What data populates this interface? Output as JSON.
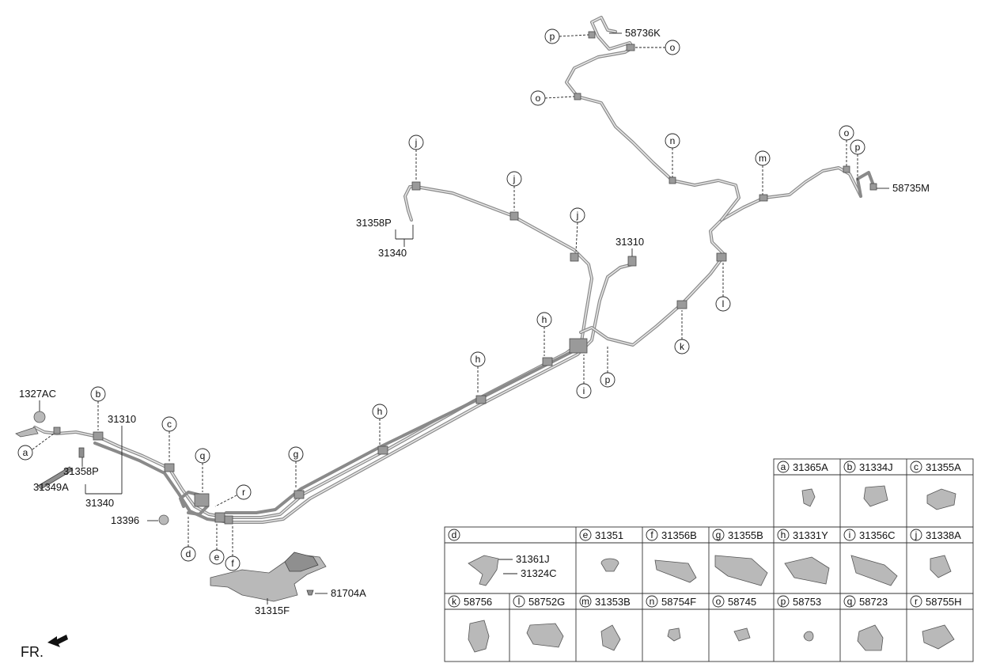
{
  "parts": {
    "p31310_top": "31310",
    "p31310_left": "31310",
    "p31358P_top": "31358P",
    "p31358P_left": "31358P",
    "p31340_top": "31340",
    "p31340_left": "31340",
    "p1327AC": "1327AC",
    "p31349A": "31349A",
    "p13396": "13396",
    "p31315F": "31315F",
    "p81704A": "81704A",
    "p58736K": "58736K",
    "p58735M": "58735M",
    "fr": "FR."
  },
  "callouts": {
    "a": "a",
    "b": "b",
    "c": "c",
    "d": "d",
    "e": "e",
    "f": "f",
    "g": "g",
    "h": "h",
    "i": "i",
    "j": "j",
    "k": "k",
    "l": "l",
    "m": "m",
    "n": "n",
    "o": "o",
    "p": "p",
    "q": "q",
    "r": "r"
  },
  "legend": {
    "row1": [
      {
        "letter": "a",
        "part": "31365A"
      },
      {
        "letter": "b",
        "part": "31334J"
      },
      {
        "letter": "c",
        "part": "31355A"
      }
    ],
    "row2": [
      {
        "letter": "d",
        "part": ""
      },
      {
        "letter": "e",
        "part": "31351"
      },
      {
        "letter": "f",
        "part": "31356B"
      },
      {
        "letter": "g",
        "part": "31355B"
      },
      {
        "letter": "h",
        "part": "31331Y"
      },
      {
        "letter": "i",
        "part": "31356C"
      },
      {
        "letter": "j",
        "part": "31338A"
      }
    ],
    "row3": [
      {
        "letter": "k",
        "part": "58756"
      },
      {
        "letter": "l",
        "part": "58752G"
      },
      {
        "letter": "m",
        "part": "31353B"
      },
      {
        "letter": "n",
        "part": "58754F"
      },
      {
        "letter": "o",
        "part": "58745"
      },
      {
        "letter": "p",
        "part": "58753"
      },
      {
        "letter": "q",
        "part": "58723"
      },
      {
        "letter": "r",
        "part": "58755H"
      }
    ],
    "d_sub": [
      "31361J",
      "31324C"
    ]
  }
}
